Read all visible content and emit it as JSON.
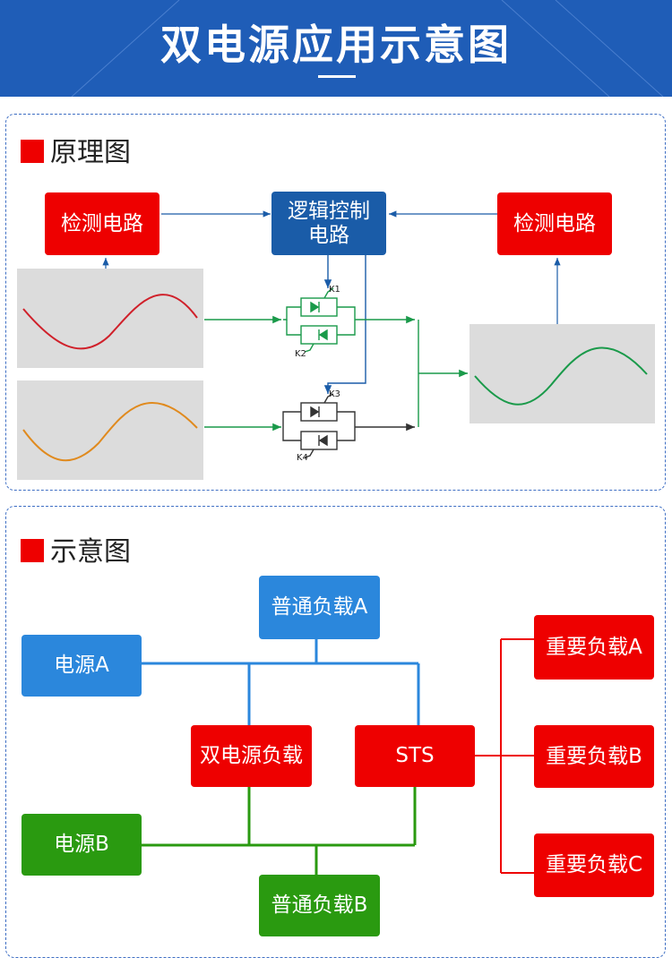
{
  "header": {
    "title": "双电源应用示意图"
  },
  "principle": {
    "section_title": "原理图",
    "detect_left": "检测电路",
    "logic_line1": "逻辑控制",
    "logic_line2": "电路",
    "detect_right": "检测电路",
    "switch_labels": {
      "k1": "K1",
      "k2": "K2",
      "k3": "K3",
      "k4": "K4"
    }
  },
  "schematic": {
    "section_title": "示意图",
    "source_a": "电源A",
    "source_b": "电源B",
    "normal_load_a": "普通负载A",
    "normal_load_b": "普通负载B",
    "dual_load": "双电源负载",
    "sts": "STS",
    "critical_a": "重要负载A",
    "critical_b": "重要负载B",
    "critical_c": "重要负载C"
  },
  "colors": {
    "header_bg": "#1f5db7",
    "red": "#ee0000",
    "blue": "#2b87dc",
    "dark_blue": "#1a5ca8",
    "green": "#2a9a10",
    "wave_red": "#d0202a",
    "wave_orange": "#e08a1e",
    "wave_green": "#1a9a4a"
  }
}
